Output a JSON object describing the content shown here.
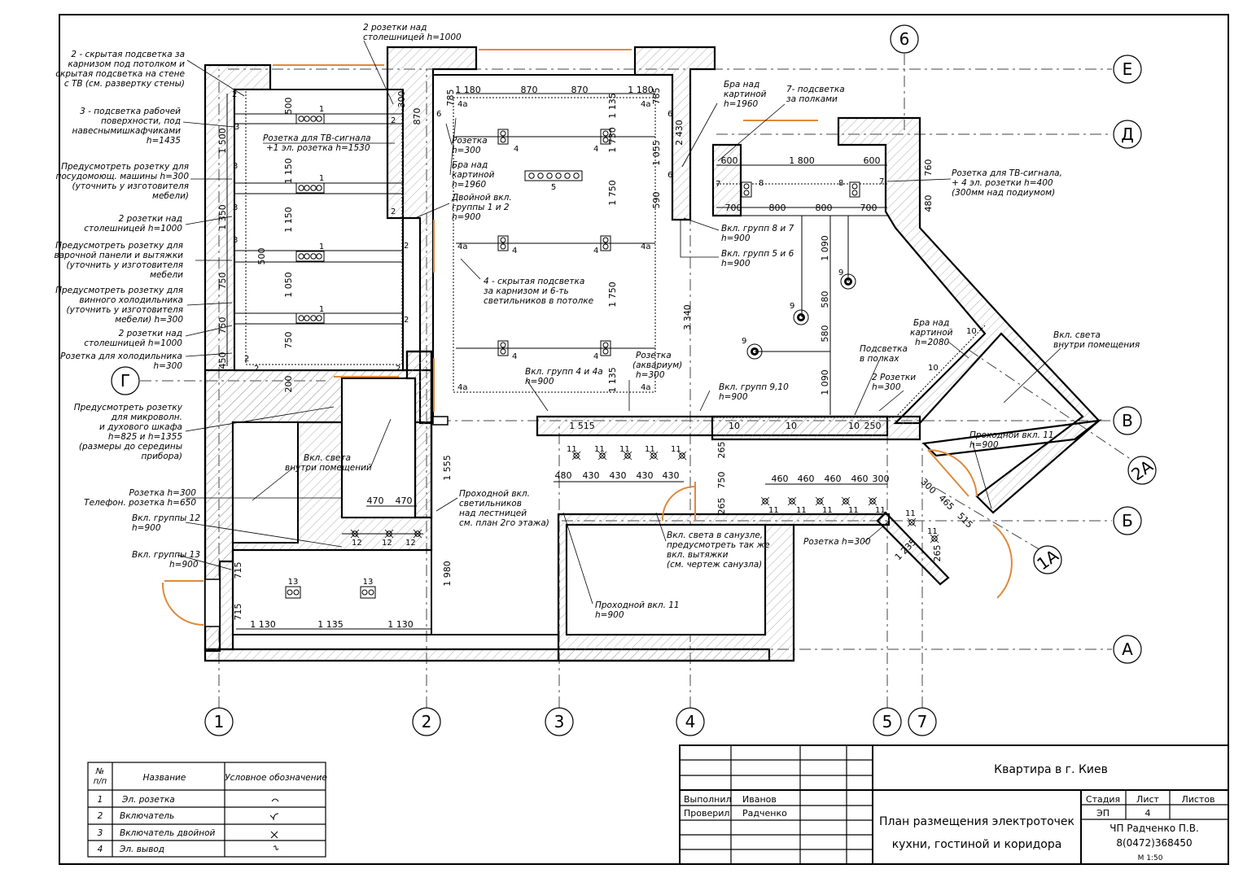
{
  "axes": {
    "vertical": [
      "1",
      "2",
      "3",
      "4",
      "5",
      "7",
      "6"
    ],
    "horizontal": [
      "Е",
      "Д",
      "Г",
      "В",
      "Б",
      "А",
      "2А",
      "1А"
    ]
  },
  "callouts_left": [
    "2 - скрытая подсветка за",
    "карнизом под потолком и",
    "скрытая подсветка на стене",
    "с ТВ (см. развертку стены)",
    "3 - подсветка рабочей",
    "поверхности, под",
    "навеснымишкафчиками",
    "h=1435",
    "Предусмотреть розетку для",
    "посудомоющ. машины h=300",
    "(уточнить у изготовителя",
    "мебели)",
    "2 розетки над",
    "столешницей h=1000",
    "Предусмотреть розетку для",
    "варочной панели и вытяжки",
    "(уточнить у изготовителя",
    "мебели",
    "Предусмотреть розетку для",
    "винного холодильника",
    "(уточнить у изготовителя",
    "мебели) h=300",
    "2 розетки над",
    "столешницей h=1000",
    "Розетка для холодильника",
    "h=300",
    "Предусмотреть розетку",
    "для микроволн.",
    "и духового шкафа",
    "h=825 и h=1355",
    "(размеры до середины",
    "прибора)",
    "Розетка h=300",
    "Телефон. розетка h=650",
    "Вкл. группы 12",
    "h=900",
    "Вкл. группы 13",
    "h=900"
  ],
  "callouts_plan": [
    "2 розетки над",
    "столешницей h=1000",
    "Розетка для ТВ-сигнала",
    "+1 эл. розетка h=1530",
    "Розетка",
    "h=300",
    "Бра над",
    "картиной",
    "h=1960",
    "Двойной вкл.",
    "группы 1 и 2",
    "h=900",
    "4 - скрытая подсветка",
    "за карнизом и 6-ть",
    "светильников в потолке",
    "Вкл. групп 4 и 4а",
    "h=900",
    "Розетка",
    "(аквариум)",
    "h=300",
    "Вкл. групп 9,10",
    "h=900",
    "Бра над",
    "картиной",
    "h=1960",
    "7- подсветка",
    "за полками",
    "Вкл. групп 8 и 7",
    "h=900",
    "Вкл. групп 5 и 6",
    "h=900",
    "Розетка для ТВ-сигнала,",
    "+ 4 эл. розетки h=400",
    "(300мм над подиумом)",
    "Бра над",
    "картиной",
    "h=2080",
    "Подсветка",
    "в полках",
    "2 Розетки",
    "h=300",
    "Вкл. света",
    "внутри помещения",
    "Проходной вкл. 11",
    "h=900",
    "Вкл. света",
    "внутри помещений",
    "Проходной вкл.",
    "светильников",
    "над лестницей",
    "см. план 2го этажа)",
    "Вкл. света в санузле,",
    "предусмотреть так же",
    "вкл. вытяжки",
    "(см. чертеж санузла)",
    "Проходной вкл. 11",
    "h=900",
    "Розетка h=300"
  ],
  "legend": {
    "headers": [
      "№ п/п",
      "Название",
      "Условное обозначение"
    ],
    "rows": [
      {
        "n": "1",
        "name": "Эл. розетка"
      },
      {
        "n": "2",
        "name": "Включатель"
      },
      {
        "n": "3",
        "name": "Включатель двойной"
      },
      {
        "n": "4",
        "name": "Эл. вывод"
      }
    ]
  },
  "title_block": {
    "project": "Квартира в г. Киев",
    "drawing_title_1": "План размещения электроточек",
    "drawing_title_2": "кухни, гостиной и коридора",
    "performed_label": "Выполнил",
    "performed_name": "Иванов",
    "checked_label": "Проверил",
    "checked_name": "Радченко",
    "stage_label": "Стадия",
    "sheet_label": "Лист",
    "sheets_label": "Листов",
    "stage": "ЭП",
    "sheet": "4",
    "company": "ЧП Радченко П.В.",
    "phone": "8(0472)368450",
    "scale": "М 1:50"
  }
}
